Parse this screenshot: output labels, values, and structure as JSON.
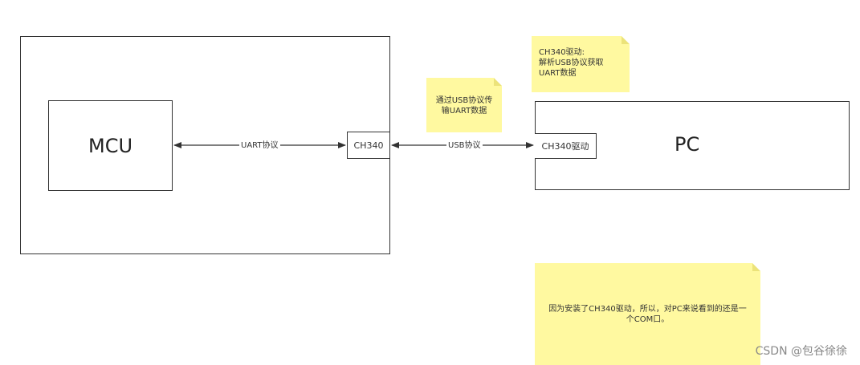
{
  "nodes": {
    "mcu": "MCU",
    "ch340": "CH340",
    "pc": "PC",
    "ch340_driver": "CH340驱动"
  },
  "edges": {
    "uart": "UART协议",
    "usb": "USB协议"
  },
  "notes": {
    "driver_note_line1": "CH340驱动:",
    "driver_note_line2": "解析USB协议获取",
    "driver_note_line3": "UART数据",
    "usb_note_line1": "通过USB协议传",
    "usb_note_line2": "输UART数据",
    "com_note_line1": "因为安装了CH340驱动，所以，对PC来说看到的还是一",
    "com_note_line2": "个COM口。"
  },
  "watermark": "CSDN @包谷徐徐",
  "colors": {
    "note_fill": "#fff9a0",
    "line": "#333333"
  }
}
